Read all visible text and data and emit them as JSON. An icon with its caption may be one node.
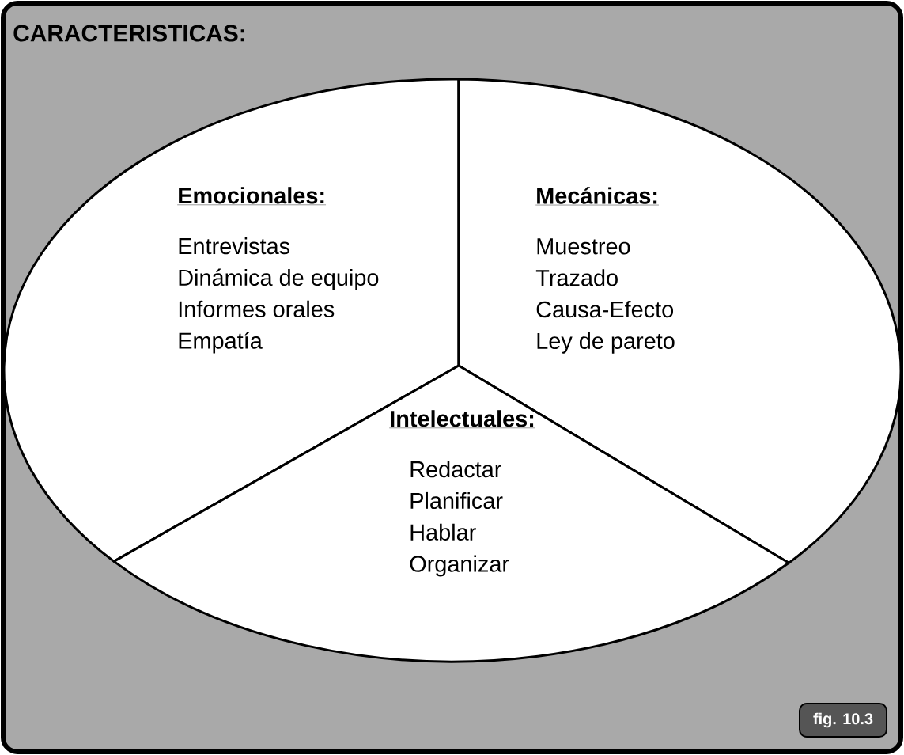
{
  "diagram": {
    "title": "CARACTERISTICAS:",
    "nodes": [
      {
        "text": [
          "Emocionales:",
          "Entrevistas",
          "Dinámica de equipo",
          "Informes orales",
          "Empatía"
        ]
      },
      {
        "text": [
          "Mecánicas:",
          "Muestreo",
          "Trazado",
          "Causa-Efecto",
          "Ley de pareto"
        ]
      },
      {
        "text": [
          "Intelectuales:",
          "Redactar",
          "Planificar",
          "Hablar",
          "Organizar"
        ]
      }
    ],
    "labels": [
      "fig. 10.3"
    ]
  }
}
